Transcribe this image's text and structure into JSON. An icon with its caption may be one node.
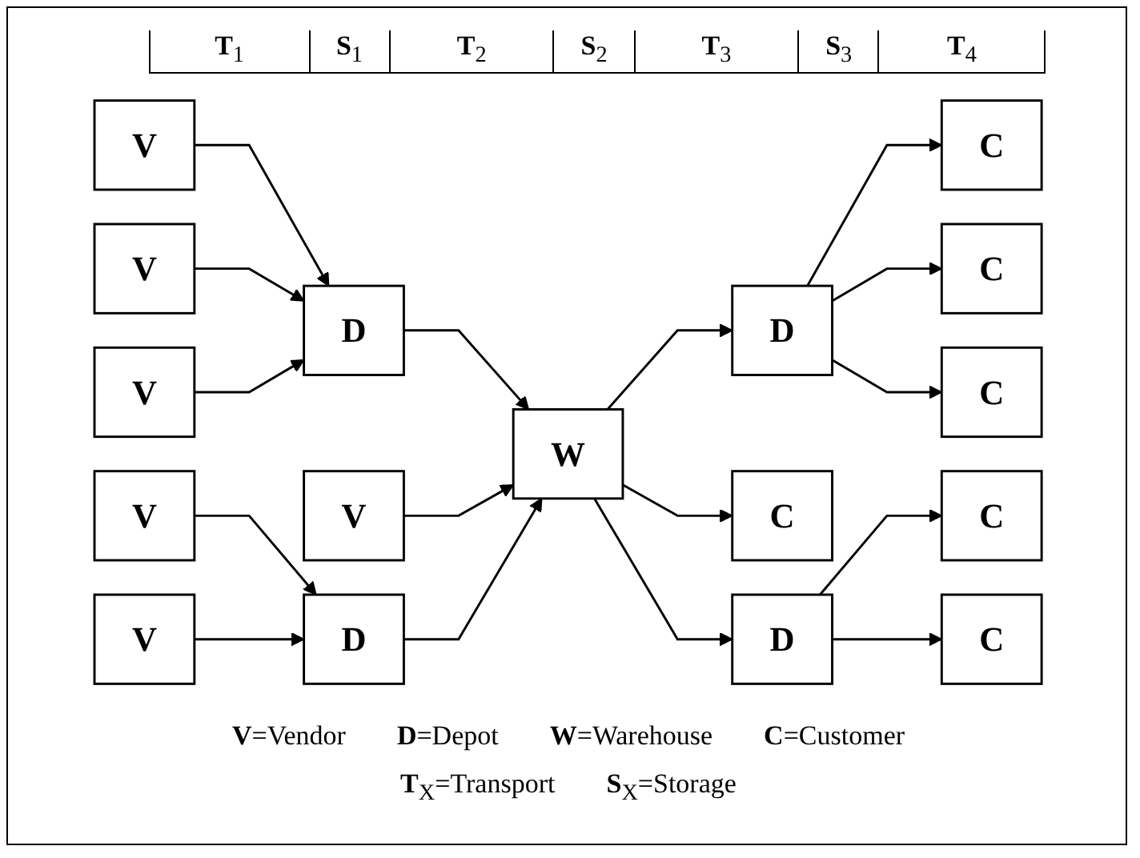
{
  "diagram": {
    "nodes": [
      {
        "text": [
          "V"
        ]
      },
      {
        "text": [
          "V"
        ]
      },
      {
        "text": [
          "V"
        ]
      },
      {
        "text": [
          "V"
        ]
      },
      {
        "text": [
          "V"
        ]
      },
      {
        "text": [
          "D"
        ]
      },
      {
        "text": [
          "V"
        ]
      },
      {
        "text": [
          "D"
        ]
      },
      {
        "text": [
          "W"
        ]
      },
      {
        "text": [
          "D"
        ]
      },
      {
        "text": [
          "C"
        ]
      },
      {
        "text": [
          "D"
        ]
      },
      {
        "text": [
          "C"
        ]
      },
      {
        "text": [
          "C"
        ]
      },
      {
        "text": [
          "C"
        ]
      },
      {
        "text": [
          "C"
        ]
      },
      {
        "text": [
          "C"
        ]
      }
    ],
    "edges": [
      {
        "from": 0,
        "to": 5,
        "arrow": "to"
      },
      {
        "from": 1,
        "to": 5,
        "arrow": "to"
      },
      {
        "from": 2,
        "to": 5,
        "arrow": "to"
      },
      {
        "from": 3,
        "to": 7,
        "arrow": "to"
      },
      {
        "from": 4,
        "to": 7,
        "arrow": "to"
      },
      {
        "from": 5,
        "to": 8,
        "arrow": "to"
      },
      {
        "from": 6,
        "to": 8,
        "arrow": "to"
      },
      {
        "from": 7,
        "to": 8,
        "arrow": "to"
      },
      {
        "from": 8,
        "to": 9,
        "arrow": "to"
      },
      {
        "from": 8,
        "to": 10,
        "arrow": "to"
      },
      {
        "from": 8,
        "to": 11,
        "arrow": "to"
      },
      {
        "from": 9,
        "to": 12,
        "arrow": "to"
      },
      {
        "from": 9,
        "to": 13,
        "arrow": "to"
      },
      {
        "from": 9,
        "to": 14,
        "arrow": "to"
      },
      {
        "from": 11,
        "to": 15,
        "arrow": "to"
      },
      {
        "from": 11,
        "to": 16,
        "arrow": "to"
      }
    ],
    "labels": [
      "**T**$_{1}$",
      "**S**$_{1}$",
      "**T**$_{2}$",
      "**S**$_{2}$",
      "**T**$_{3}$",
      "**S**$_{3}$",
      "**T**$_{4}$",
      "**V**=Vendor",
      "**D**=Depot",
      "**W**=Warehouse",
      "**C**=Customer",
      "**T**$_{X}$=Transport",
      "**S**$_{X}$=Storage"
    ]
  }
}
